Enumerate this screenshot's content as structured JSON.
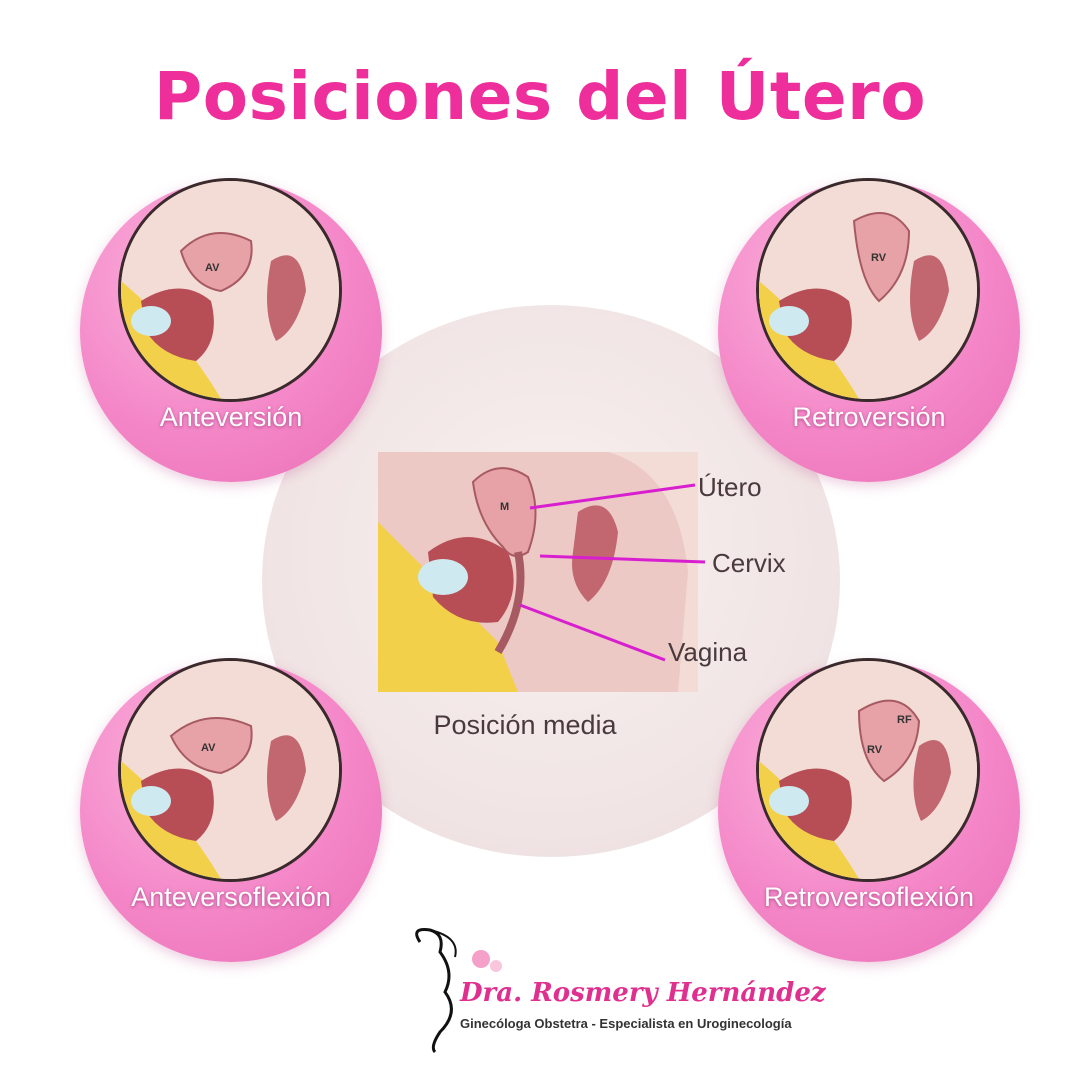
{
  "title": "Posiciones del Útero",
  "center": {
    "caption": "Posición media",
    "inner_mark": "M",
    "pointers": [
      {
        "label": "Útero"
      },
      {
        "label": "Cervix"
      },
      {
        "label": "Vagina"
      }
    ]
  },
  "corners": [
    {
      "label": "Anteversión",
      "marks": [
        "AV"
      ]
    },
    {
      "label": "Retroversión",
      "marks": [
        "RV"
      ]
    },
    {
      "label": "Anteversoflexión",
      "marks": [
        "AV"
      ]
    },
    {
      "label": "Retroversoflexión",
      "marks": [
        "RF",
        "RV"
      ]
    }
  ],
  "logo": {
    "name": "Dra. Rosmery Hernández",
    "subtitle": "Ginecóloga Obstetra - Especialista en Uroginecología"
  },
  "colors": {
    "title": "#ee2f9b",
    "pointer_line": "#d81fd0",
    "corner_disc": "#f487c8"
  }
}
